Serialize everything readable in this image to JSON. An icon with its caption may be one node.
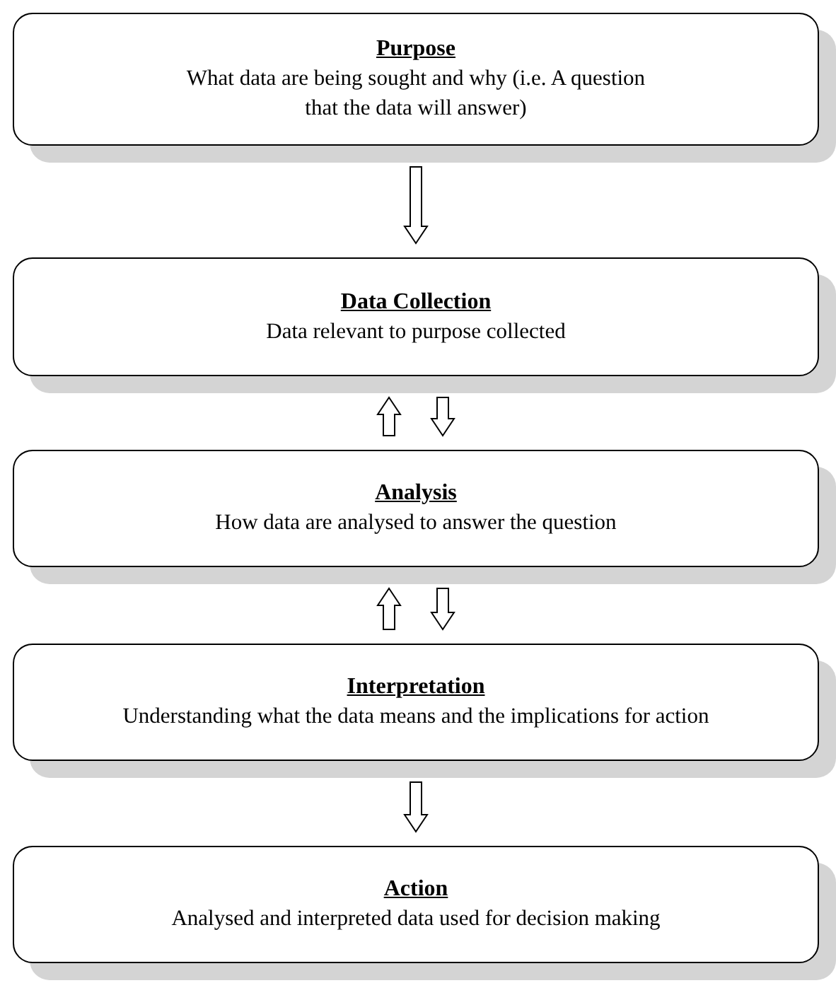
{
  "diagram": {
    "nodes": [
      {
        "text": [
          "Purpose",
          "What data are being sought and why (i.e. A question that the data will answer)"
        ]
      },
      {
        "text": [
          "Data Collection",
          "Data relevant to purpose collected"
        ]
      },
      {
        "text": [
          "Analysis",
          "How data are analysed to answer the question"
        ]
      },
      {
        "text": [
          "Interpretation",
          "Understanding what the data means and the implications for action"
        ]
      },
      {
        "text": [
          "Action",
          "Analysed and interpreted data used for decision making"
        ]
      }
    ],
    "edges": [
      {
        "from": 0,
        "to": 1,
        "arrow": "to"
      },
      {
        "from": 2,
        "to": 1,
        "arrow": "to"
      },
      {
        "from": 1,
        "to": 2,
        "arrow": "to"
      },
      {
        "from": 3,
        "to": 2,
        "arrow": "to"
      },
      {
        "from": 2,
        "to": 3,
        "arrow": "to"
      },
      {
        "from": 3,
        "to": 4,
        "arrow": "to"
      }
    ]
  }
}
